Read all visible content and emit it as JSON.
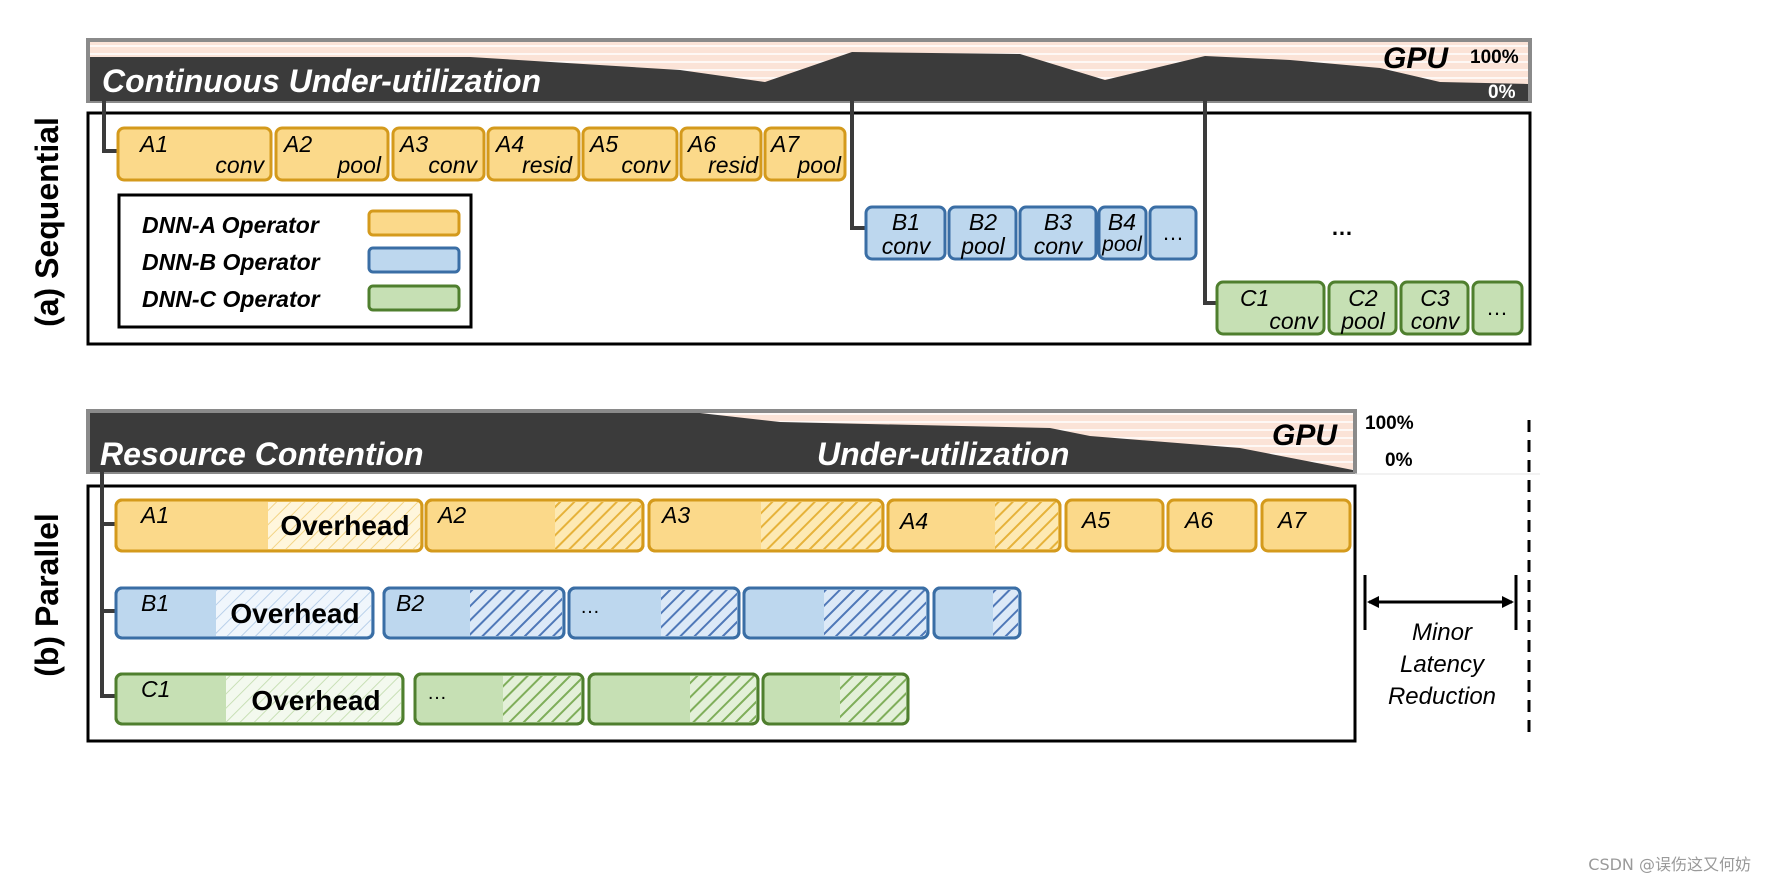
{
  "colors": {
    "a_fill": "#fbd98a",
    "a_stroke": "#d49a1c",
    "b_fill": "#bdd7ee",
    "b_stroke": "#3a6ea5",
    "c_fill": "#c6e0b4",
    "c_stroke": "#4f7f2e",
    "gpu_bg": "#fbe3d7",
    "gpu_dark": "#3b3b3b"
  },
  "sequential": {
    "side_label": "(a) Sequential",
    "gpu_caption": "Continuous Under-utilization",
    "gpu_label": "GPU",
    "pct_high": "100%",
    "pct_low": "0%",
    "legend": [
      {
        "label": "DNN-A Operator"
      },
      {
        "label": "DNN-B Operator"
      },
      {
        "label": "DNN-C Operator"
      }
    ],
    "a_ops": [
      {
        "id": "A1",
        "kind": "conv"
      },
      {
        "id": "A2",
        "kind": "pool"
      },
      {
        "id": "A3",
        "kind": "conv"
      },
      {
        "id": "A4",
        "kind": "resid"
      },
      {
        "id": "A5",
        "kind": "conv"
      },
      {
        "id": "A6",
        "kind": "resid"
      },
      {
        "id": "A7",
        "kind": "pool"
      }
    ],
    "b_ops": [
      {
        "id": "B1",
        "kind": "conv"
      },
      {
        "id": "B2",
        "kind": "pool"
      },
      {
        "id": "B3",
        "kind": "conv"
      },
      {
        "id": "B4",
        "kind": "pool"
      },
      {
        "id": "…",
        "kind": ""
      }
    ],
    "c_ops": [
      {
        "id": "C1",
        "kind": "conv"
      },
      {
        "id": "C2",
        "kind": "pool"
      },
      {
        "id": "C3",
        "kind": "conv"
      },
      {
        "id": "…",
        "kind": ""
      }
    ],
    "ellipsis": "…"
  },
  "parallel": {
    "side_label": "(b) Parallel",
    "gpu_caption_left": "Resource Contention",
    "gpu_caption_right": "Under-utilization",
    "gpu_label": "GPU",
    "pct_high": "100%",
    "pct_low": "0%",
    "overhead": "Overhead",
    "a_ops": [
      "A1",
      "A2",
      "A3",
      "A4",
      "A5",
      "A6",
      "A7"
    ],
    "b_ops": [
      "B1",
      "B2",
      "…",
      "",
      ""
    ],
    "c_ops": [
      "C1",
      "…",
      "",
      ""
    ],
    "latency_label": [
      "Minor",
      "Latency",
      "Reduction"
    ]
  },
  "watermark": "CSDN @误伤这又何妨"
}
